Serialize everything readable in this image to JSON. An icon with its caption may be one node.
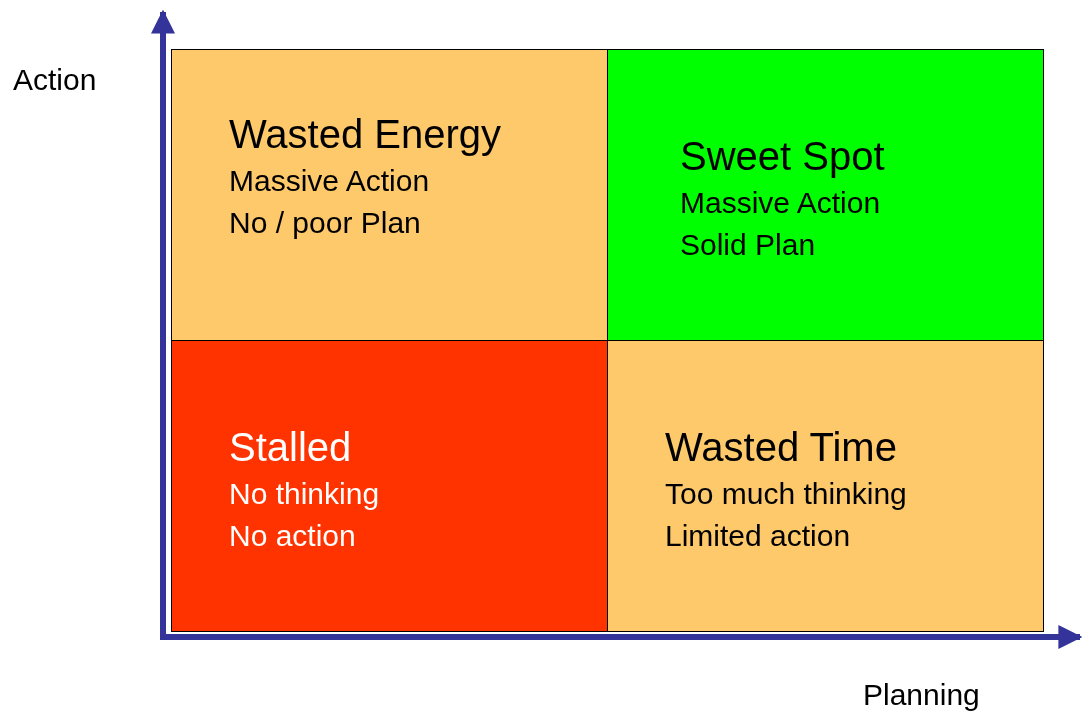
{
  "diagram": {
    "nodes": [
      {
        "text": [
          "Wasted Energy",
          "Massive Action",
          "No / poor Plan"
        ]
      },
      {
        "text": [
          "Sweet Spot",
          "Massive Action",
          "Solid Plan"
        ]
      },
      {
        "text": [
          "Stalled",
          "No thinking",
          "No action"
        ]
      },
      {
        "text": [
          "Wasted Time",
          "Too much thinking",
          "Limited action"
        ]
      }
    ],
    "labels": [
      "Action",
      "Planning"
    ]
  }
}
